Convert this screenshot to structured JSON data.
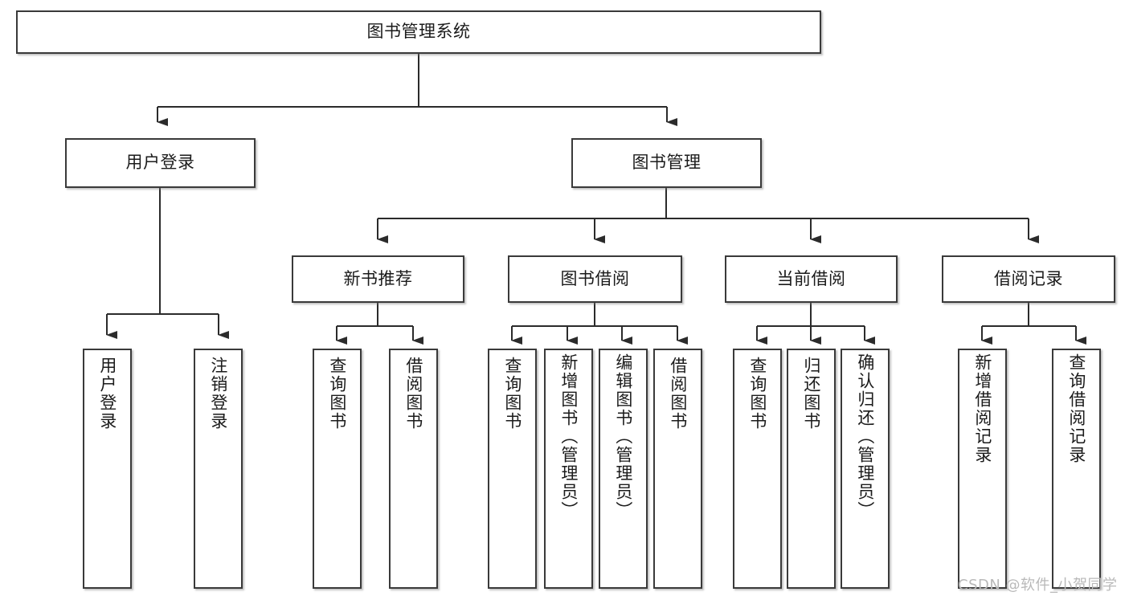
{
  "diagram": {
    "type": "tree",
    "title": "图书管理系统",
    "root": {
      "id": "root",
      "label": "图书管理系统"
    },
    "level2": [
      {
        "id": "user-login",
        "label": "用户登录"
      },
      {
        "id": "book-manage",
        "label": "图书管理"
      }
    ],
    "level3": [
      {
        "id": "new-book-rec",
        "label": "新书推荐"
      },
      {
        "id": "book-borrow",
        "label": "图书借阅"
      },
      {
        "id": "current-borrow",
        "label": "当前借阅"
      },
      {
        "id": "borrow-record",
        "label": "借阅记录"
      }
    ],
    "leaves": [
      {
        "id": "leaf-user-login",
        "label": "用户登录",
        "parent": "user-login"
      },
      {
        "id": "leaf-user-logout",
        "label": "注销登录",
        "parent": "user-login"
      },
      {
        "id": "leaf-query-book-1",
        "label": "查询图书",
        "parent": "new-book-rec"
      },
      {
        "id": "leaf-borrow-book-1",
        "label": "借阅图书",
        "parent": "new-book-rec"
      },
      {
        "id": "leaf-query-book-2",
        "label": "查询图书",
        "parent": "book-borrow"
      },
      {
        "id": "leaf-add-book",
        "label": "新增图书（管理员）",
        "parent": "book-borrow"
      },
      {
        "id": "leaf-edit-book",
        "label": "编辑图书（管理员）",
        "parent": "book-borrow"
      },
      {
        "id": "leaf-borrow-book-2",
        "label": "借阅图书",
        "parent": "book-borrow"
      },
      {
        "id": "leaf-query-book-3",
        "label": "查询图书",
        "parent": "current-borrow"
      },
      {
        "id": "leaf-return-book",
        "label": "归还图书",
        "parent": "current-borrow"
      },
      {
        "id": "leaf-confirm-return",
        "label": "确认归还（管理员）",
        "parent": "current-borrow"
      },
      {
        "id": "leaf-add-record",
        "label": "新增借阅记录",
        "parent": "borrow-record"
      },
      {
        "id": "leaf-query-record",
        "label": "查询借阅记录",
        "parent": "borrow-record"
      }
    ],
    "watermark": "CSDN @软件_小贺同学",
    "colors": {
      "border": "#3a3a3a",
      "background": "#ffffff",
      "text": "#1b1b1b",
      "edge": "#2b2b2b",
      "watermark": "#b9b9b9"
    }
  }
}
